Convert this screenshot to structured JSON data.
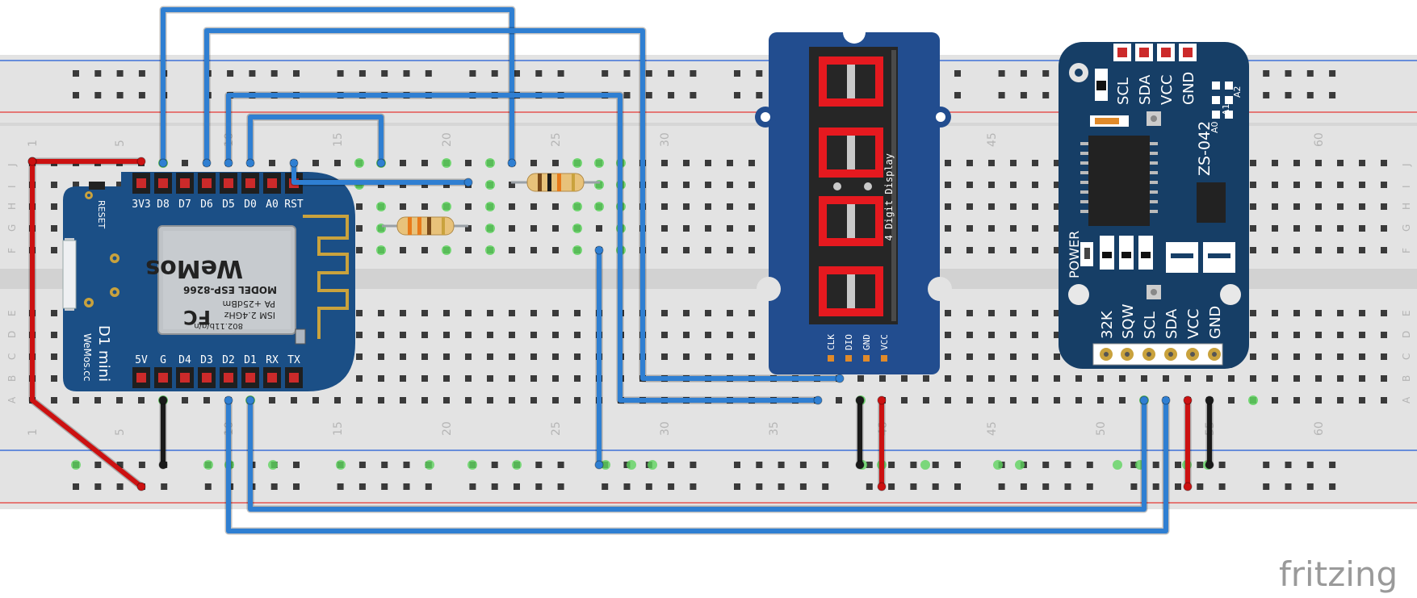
{
  "breadboard": {
    "column_numbers": [
      "1",
      "5",
      "10",
      "15",
      "20",
      "25",
      "30",
      "35",
      "40",
      "45",
      "50",
      "55",
      "60"
    ],
    "row_letters_top": [
      "J",
      "I",
      "H",
      "G",
      "F"
    ],
    "row_letters_bottom": [
      "E",
      "D",
      "C",
      "B",
      "A"
    ]
  },
  "wemos": {
    "top_pins": [
      "3V3",
      "D8",
      "D7",
      "D6",
      "D5",
      "D0",
      "A0",
      "RST"
    ],
    "bottom_pins": [
      "5V",
      "G",
      "D4",
      "D3",
      "D2",
      "D1",
      "RX",
      "TX"
    ],
    "reset_label": "RESET",
    "brand": "WeMos",
    "model": "MODEL ESP-8266",
    "spec_lines": [
      "ISM 2.4GHz",
      "PA +25dBm",
      "802.11b/g/n"
    ],
    "fcc": "FC",
    "board_name": "D1 mini",
    "site": "WeMos.cc"
  },
  "display": {
    "title": "4 Digit Display",
    "pins": [
      "CLK",
      "DIO",
      "GND",
      "VCC"
    ]
  },
  "rtc": {
    "top_pins": [
      "SCL",
      "SDA",
      "VCC",
      "GND"
    ],
    "model": "ZS-042",
    "address_pins": [
      "A0",
      "A1",
      "A2"
    ],
    "power_label": "POWER",
    "bottom_pins": [
      "32K",
      "SQW",
      "SCL",
      "SDA",
      "VCC",
      "GND"
    ]
  },
  "watermark": "fritzing",
  "colors": {
    "wire_blue": "#2f7fd2",
    "wire_red": "#cc1111",
    "wire_black": "#1a1a1a",
    "board_blue": "#1b4f86",
    "display_blue": "#224d8f",
    "rtc_blue": "#163e66",
    "segment_red": "#e5191f",
    "breadboard": "#e3e3e3",
    "rail_red": "#e53935",
    "rail_blue": "#1e5bd6"
  }
}
